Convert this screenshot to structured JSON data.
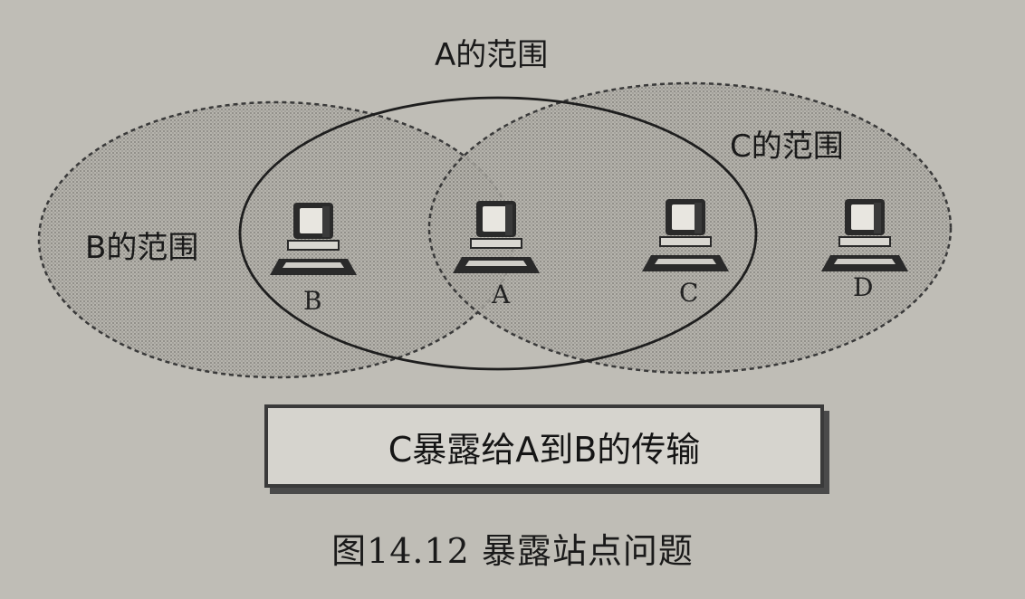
{
  "ranges": {
    "a_label": "A的范围",
    "b_label": "B的范围",
    "c_label": "C的范围"
  },
  "nodes": [
    {
      "id": "B",
      "label": "B"
    },
    {
      "id": "A",
      "label": "A"
    },
    {
      "id": "C",
      "label": "C"
    },
    {
      "id": "D",
      "label": "D"
    }
  ],
  "box_text": "C暴露给A到B的传输",
  "figure_caption": "图14.12   暴露站点问题",
  "colors": {
    "background": "#bfbdb6",
    "range_fill": "#9e9c96",
    "outline": "#2a2a2a"
  },
  "icons": {
    "node": "desktop-computer-icon"
  }
}
